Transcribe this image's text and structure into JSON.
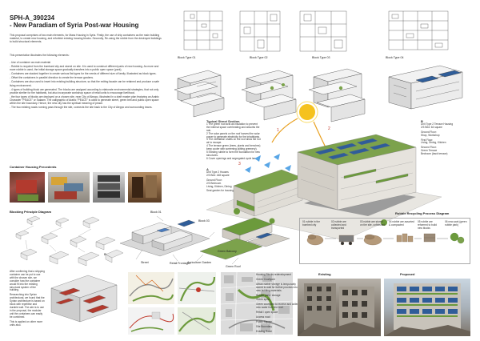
{
  "header": {
    "id": "SPH-A_390234",
    "title": "- New Paradiam of Syria Post-war Housing"
  },
  "intro": {
    "p1": "This proposal comprises of two main elements, for Mass Housing in Syria. Firstly, the use of ship containers as the main building material, to create new housing, and refurbish existing housing blocks. Secondly, Re-using the rubble from the destroyed buildings to build structural elements.",
    "p2": "This presentation illustrates the following elements:",
    "bullets": [
      "Use of container as main material",
      "Rubble is recycled from the bombard city and stored on site. It is used to construct different parts of new housing. As more and more rubble is used, the initial storage space gradually transfers into a public open space (park).",
      "Containers are stacked together to create various flat types for the needs of different size of family. Illustrated as block types.",
      "Offset the containers in parallel direction to create the terrace gardens.",
      "Containers are also used to insert into existing building structure, so that the exiting facade can be retained and produce a safe living environment.",
      "4 types of building block are generated. The blocks are assigned according to elaborate environmental strategies, that not only provide shelter for the habitants, but also incorporate workshop space of retail units to encourage livelihood.",
      "the four types of blocks are deployed on a chosen site, near City of Aleppo, illustrated in a draft master plan featuring an Arabic Character \"PEACE\" or Salaam. The calligraphic of Arabic \"PEACE\" is used to generate street, green belt and public open space within the site boundary. Hence, the new city has the spiritual meaning of peace.",
      "The two existing roads running pass through the site, connects the site back to the City of Aleppo and surrounding towns."
    ]
  },
  "block_types": [
    "Block Type 01",
    "Block Type 02",
    "Block Type 03",
    "Block Type 04"
  ],
  "street_section": {
    "title": "Typical Street Section",
    "notes": [
      "1 The green roof acts as insulation to prevent the internal space overheating and absorbs the rain.",
      "2 The solar panels on the roof harvest the solar power to generate electricity for the inhabitants.",
      "3 The ventilation shafts on the roof allow the hot air to escape.",
      "4 The terrace green (trees, plants and benches) keep cooler with screening (sitting greenery).",
      "5 Existing rubble to form the foundation for new structures.",
      "6 Cover openings and segregated cycle lanes."
    ]
  },
  "block_b": {
    "label": "B",
    "lines": [
      "Unit Type 2 Terrace Housing",
      "2/3 Bed: 64 square",
      "Ground Floor:",
      "Shop, Workshop",
      "First Floor:",
      "Living, Dining, Kitchen",
      "Second Floor:",
      "Green Terrace",
      "Bedroom (back terrace)"
    ]
  },
  "block_a": {
    "label": "A",
    "lines": [
      "Unit Type 2 Houses",
      "2/3 Bed: 448 square",
      "Ground Floor:",
      "2/3 Bedroom",
      "Living, Kitchen, Dining",
      "Seat garden for housing"
    ]
  },
  "container_precedents": {
    "title": "Container Housing Precedents"
  },
  "blocking_diagram": {
    "title": "Blocking Principle Diagram"
  },
  "site_labels": [
    "Block 01",
    "Block 02",
    "Block 03",
    "Street",
    "Retail Frontage",
    "Green Balcony",
    "Agriculture Garden",
    "Green Roof"
  ],
  "rubble_process": {
    "title": "Rubble Recycling Process Diagram",
    "steps": [
      "01 rubble in the bombed city",
      "02 rubble are collected and transported",
      "03 rubble are stored on the site, unfinished",
      "04 rubble are assorted & compacted",
      "05 rubble are reformed to build new blocks",
      "06 new park (green rubble park)"
    ]
  },
  "master_plan": {
    "labels": [
      "Housing Blocks redevelopment",
      "Green Courtyard",
      "Rubble park / storage",
      "Green spine",
      "Retail / open space",
      "Access road",
      "Public Square",
      "Site Boundary",
      "Existing Road"
    ],
    "notes": [
      "Urban rubble storage is temporarily stored to wait for further process into new building materials.",
      "Green courtyard to receive and collect new water from the roof."
    ]
  },
  "existing_proposed": {
    "existing": "Existing",
    "proposed": "Proposed"
  },
  "bottom_text": {
    "p1": "After confirming that a shipping container can be put to use with the chosen site, we consider how the container would fit into the existing structural system of the building.",
    "p2": "Researching into Syrian architectural, we found that the Syrian architecture is based on block with repetitive and durable wall. The aim is to use in the proposal, the modular unit the containers can easily be combined.",
    "p3": "This is applied on other more units also."
  },
  "colors": {
    "green": "#6e9e3f",
    "concrete": "#d9d5cf",
    "solar": "#2f5d99",
    "sun": "#f5c21e",
    "rubble": "#b59a7a",
    "arrow_blue": "#59a6e6"
  }
}
